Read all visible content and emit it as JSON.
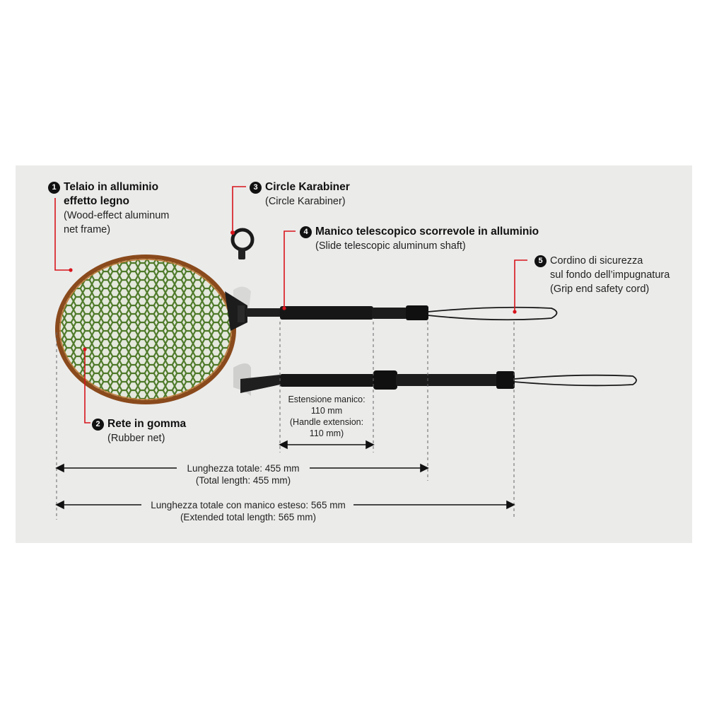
{
  "callouts": [
    {
      "number": "1",
      "title_lines": [
        "Telaio in alluminio",
        "effetto legno"
      ],
      "sub_lines": [
        "(Wood-effect aluminum",
        "net frame)"
      ]
    },
    {
      "number": "2",
      "title_lines": [
        "Rete in gomma"
      ],
      "sub_lines": [
        "(Rubber net)"
      ]
    },
    {
      "number": "3",
      "title_lines": [
        "Circle Karabiner"
      ],
      "sub_lines": [
        "(Circle Karabiner)"
      ]
    },
    {
      "number": "4",
      "title_lines": [
        "Manico telescopico scorrevole in alluminio"
      ],
      "sub_lines": [
        "(Slide telescopic aluminum shaft)"
      ]
    },
    {
      "number": "5",
      "title_lines": [
        "Cordino di sicurezza",
        "sul fondo dell’impugnatura"
      ],
      "sub_lines": [
        "(Grip end safety cord)"
      ]
    }
  ],
  "dimensions": {
    "handle_extension": [
      "Estensione manico:",
      "110 mm",
      "(Handle extension:",
      "110 mm)"
    ],
    "total_length": [
      "Lunghezza totale: 455 mm",
      "(Total length: 455 mm)"
    ],
    "extended_length": [
      "Lunghezza totale con manico esteso: 565 mm",
      "(Extended total length: 565 mm)"
    ]
  },
  "colors": {
    "frame": "#8a4a1c",
    "net": "#4f7a2a",
    "handle": "#1c1c1c",
    "accent": "#d7141b",
    "background_panel": "#ebebea"
  }
}
